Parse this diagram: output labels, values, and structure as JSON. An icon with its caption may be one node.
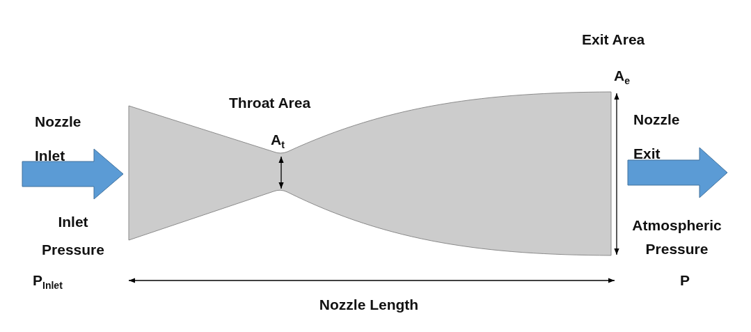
{
  "diagram": {
    "labels": [
      "Exit Area",
      "A$_{e}$",
      "Throat Area",
      "Nozzle Inlet",
      "Nozzle Exit",
      "A$_{t}$",
      "Inlet Pressure",
      "Atmospheric Pressure",
      "P$_{Inlet}$",
      "P",
      "Nozzle Length"
    ]
  }
}
